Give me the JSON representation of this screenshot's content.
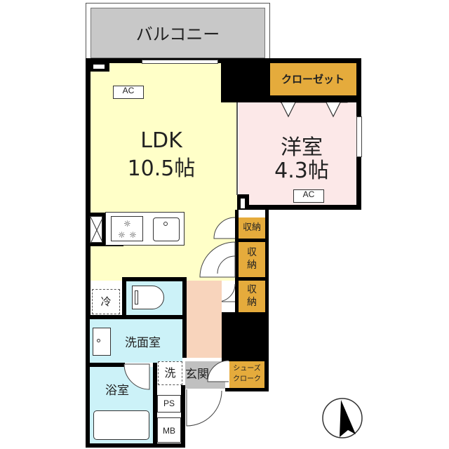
{
  "floor_plan": {
    "rooms": {
      "balcony": {
        "label": "バルコニー",
        "color": "#c8c8c8"
      },
      "ldk": {
        "label": "LDK",
        "size": "10.5帖",
        "color": "#ffffc8"
      },
      "western_room": {
        "label": "洋室",
        "size": "4.3帖",
        "color": "#fce8e8"
      },
      "closet": {
        "label": "クローゼット",
        "color": "#e5ab3c"
      },
      "storage_1": {
        "label": "収納",
        "color": "#e5ab3c"
      },
      "storage_2": {
        "label": "収納",
        "color": "#e5ab3c"
      },
      "storage_3": {
        "label": "収納",
        "color": "#e5ab3c"
      },
      "washroom": {
        "label": "洗面室",
        "color": "#ccf2f8"
      },
      "bathroom": {
        "label": "浴室",
        "color": "#ccf2f8"
      },
      "toilet": {
        "color": "#ccf2f8"
      },
      "hallway": {
        "color": "#f8d4bc"
      },
      "entrance": {
        "label": "玄関",
        "color": "#c0c0c0"
      },
      "shoe_closet": {
        "label": "シューズクローク",
        "line1": "シューズ",
        "line2": "クローク",
        "color": "#e5ab3c"
      },
      "ps": {
        "label": "PS"
      },
      "mb": {
        "label": "MB"
      }
    },
    "fixtures": {
      "ac_ldk": "AC",
      "ac_western": "AC",
      "fridge": "冷",
      "washer": "洗"
    },
    "compass": {
      "direction": "north-arrow"
    }
  }
}
